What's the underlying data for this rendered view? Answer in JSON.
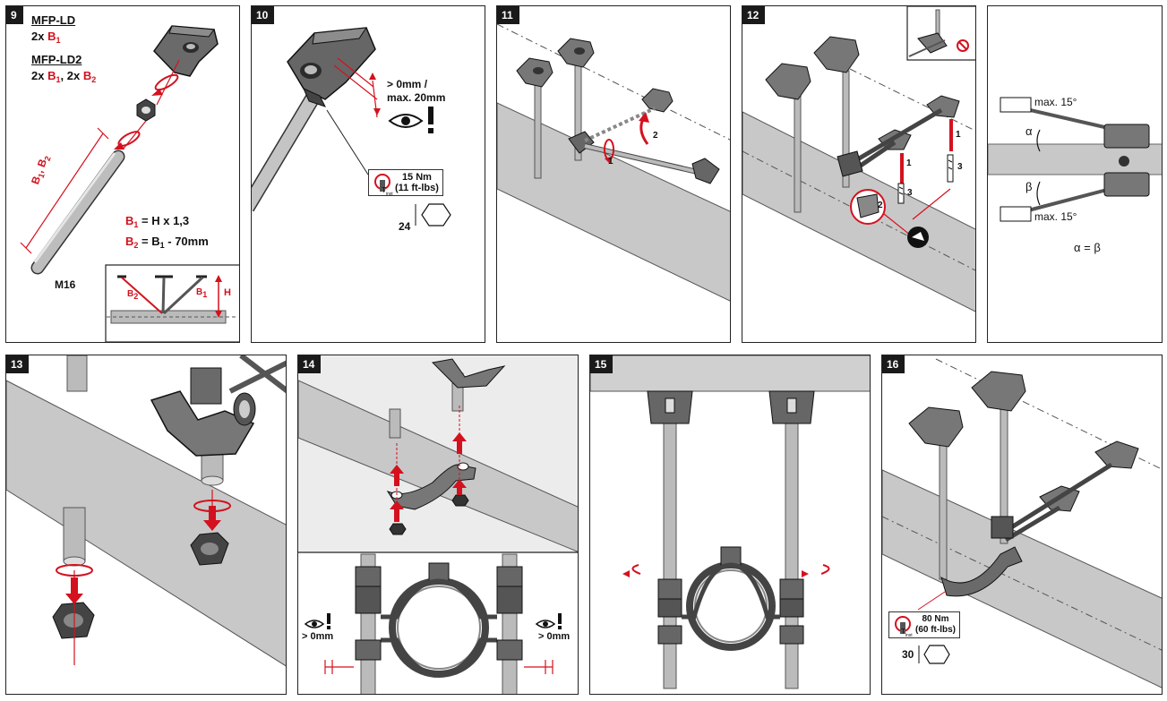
{
  "panels": {
    "p9": {
      "number": "9",
      "mfp_ld": "MFP-LD",
      "mfp_ld_qty": "2x",
      "mfp_ld2": "MFP-LD2",
      "mfp_ld2_qty": "2x",
      "b": "B",
      "b1_sub": "1",
      "b2_sub": "2",
      "sep": ",",
      "b1_eq": "= H x 1,3",
      "b2_eq": "= B",
      "b2_eq_tail": "- 70mm",
      "rod_label": "M16",
      "inset_h": "H",
      "inset_b1": "B",
      "inset_b2": "B"
    },
    "p10": {
      "number": "10",
      "gap_line1": "> 0mm /",
      "gap_line2": "max. 20mm",
      "torque": "15 Nm",
      "torque_imp": "(11 ft-lbs)",
      "torque_sym": "T",
      "torque_sub": "inst",
      "hex_size": "24"
    },
    "p11": {
      "number": "11",
      "step1": "1",
      "step2": "2"
    },
    "p12": {
      "number": "12",
      "step1a": "1",
      "step1b": "1",
      "step2": "2",
      "step3a": "3",
      "step3b": "3"
    },
    "angles": {
      "max1": "max. 15°",
      "max2": "max. 15°",
      "alpha": "α",
      "beta": "β",
      "equation": "α = β"
    },
    "p13": {
      "number": "13"
    },
    "p14": {
      "number": "14",
      "gap_left": "> 0mm",
      "gap_right": "> 0mm"
    },
    "p15": {
      "number": "15"
    },
    "p16": {
      "number": "16",
      "torque": "80 Nm",
      "torque_imp": "(60 ft-lbs)",
      "torque_sym": "T",
      "torque_sub": "inst",
      "hex_size": "30"
    }
  },
  "colors": {
    "accent_red": "#d4111e",
    "beam_grey": "#c8c8c8",
    "dark": "#222222"
  },
  "icons": [
    "eye-icon",
    "exclamation-icon",
    "no-sign-icon",
    "torque-wrench-icon",
    "hex-nut-icon",
    "rotate-arrow-icon",
    "up-arrow-icon",
    "down-arrow-icon",
    "blower-icon"
  ]
}
